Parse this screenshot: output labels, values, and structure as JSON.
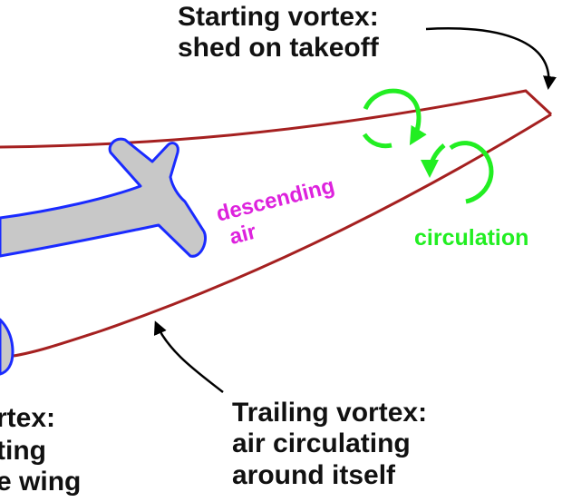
{
  "labels": {
    "starting_vortex": [
      "Starting vortex:",
      "shed on takeoff"
    ],
    "descending_air": [
      "descending",
      "air"
    ],
    "circulation": "circulation",
    "trailing_vortex": [
      "Trailing vortex:",
      "air circulating",
      "around itself"
    ],
    "bound_vortex_partial": [
      "rtex:",
      "ting",
      "e wing"
    ]
  },
  "colors": {
    "vortex_outline": "#a52020",
    "airplane_outline": "#1a2bff",
    "airplane_fill": "#c8c8c8",
    "circulation_arrows": "#22ee22",
    "descending_air_text": "#dd22dd",
    "text": "#111111",
    "pointer_arrows": "#000000"
  }
}
